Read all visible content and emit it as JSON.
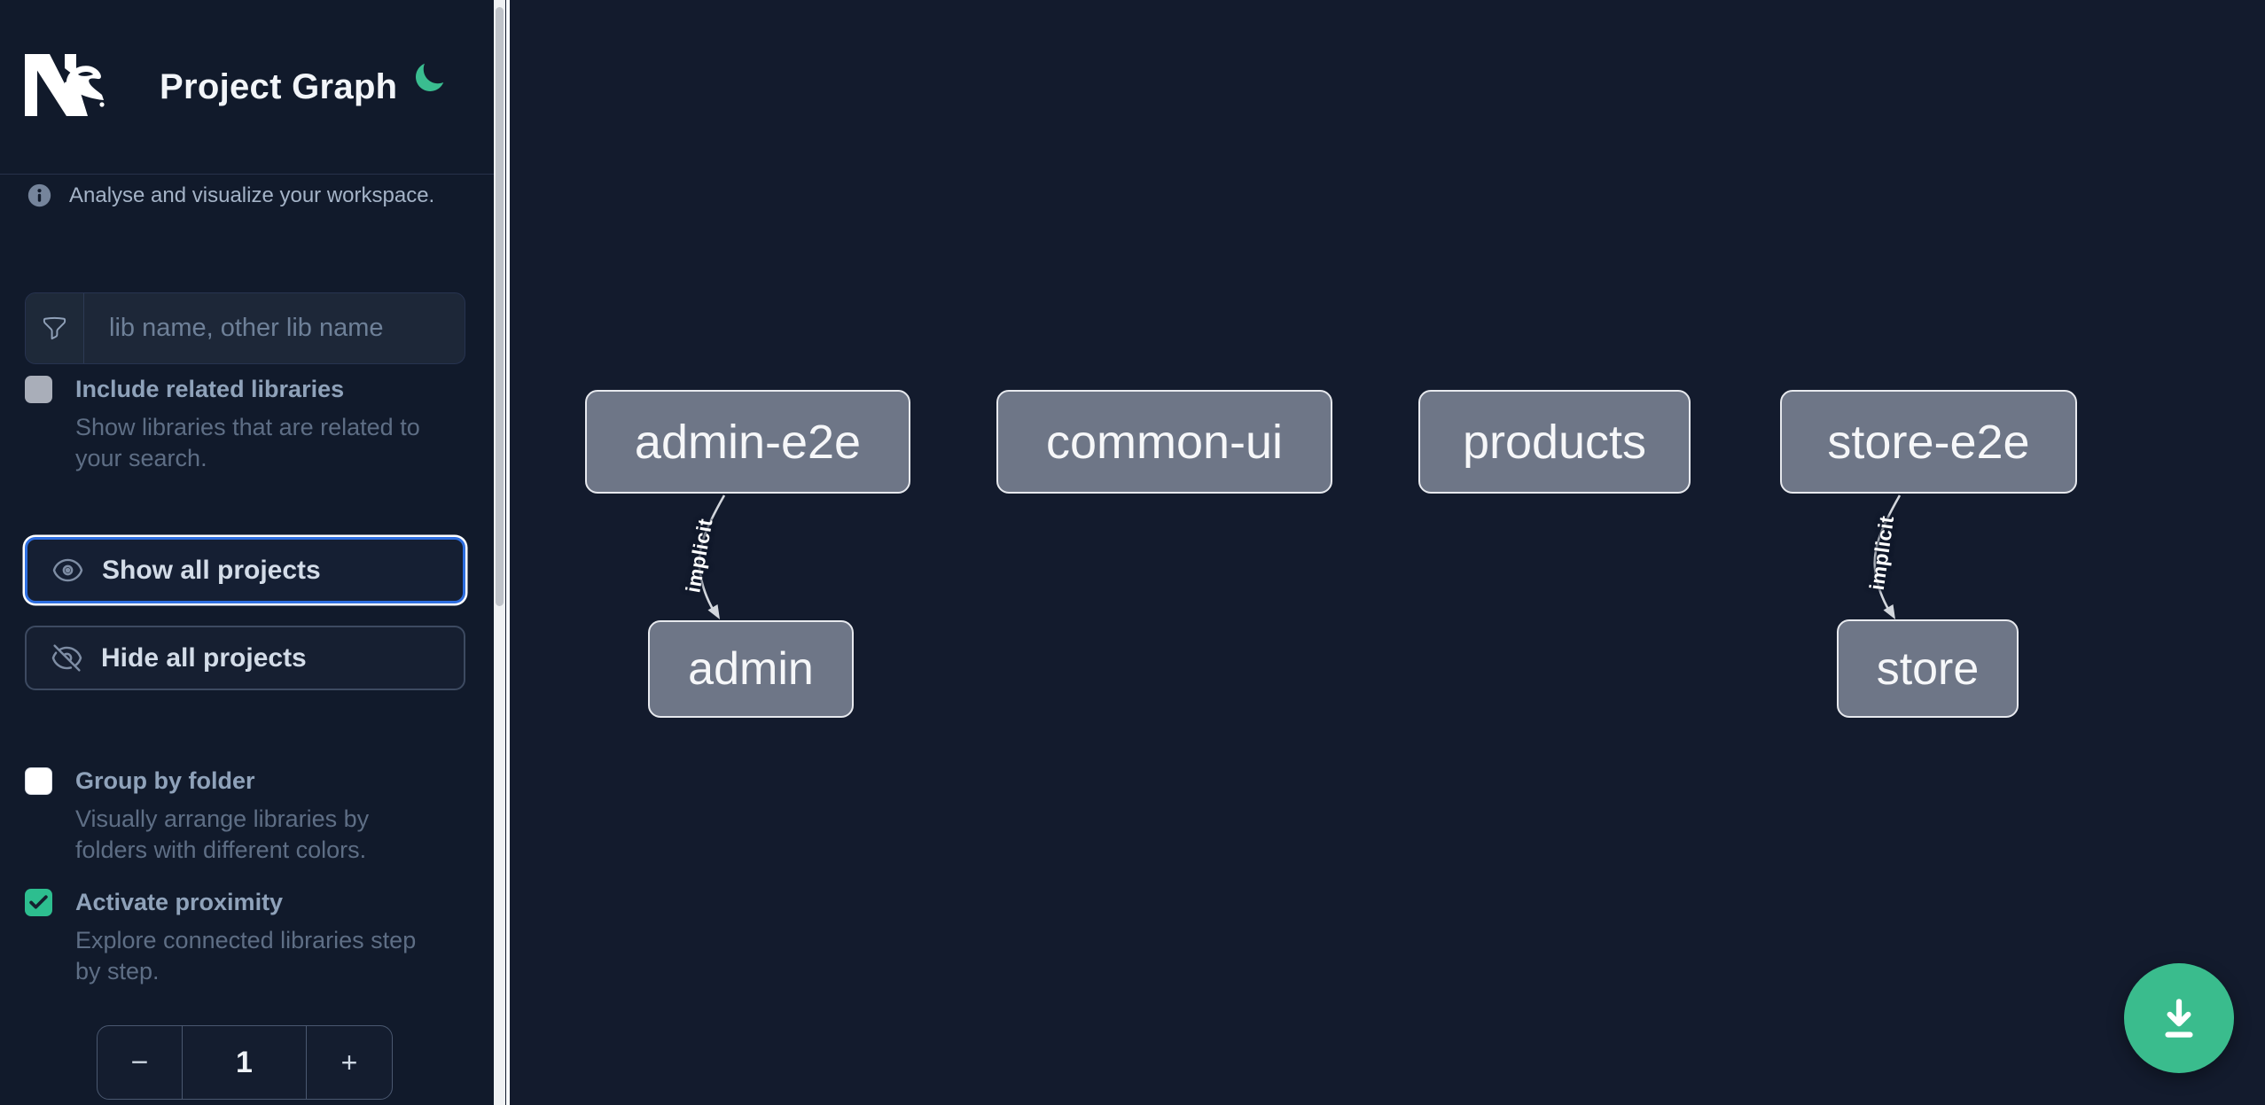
{
  "app": {
    "title": "Project Graph",
    "logo": "nx-logo",
    "theme_toggle_icon": "moon-icon"
  },
  "sidebar": {
    "tagline": "Analyse and visualize your workspace.",
    "search": {
      "placeholder": "lib name, other lib name",
      "icon": "funnel-icon"
    },
    "actions": {
      "show_all_label": "Show all projects",
      "hide_all_label": "Hide all projects"
    },
    "toggles": [
      {
        "label": "Include related libraries",
        "description": "Show libraries that are related to\nyour search.",
        "checked": false,
        "disabled": true
      },
      {
        "label": "Group by folder",
        "description": "Visually arrange libraries by\nfolders with different colors.",
        "checked": false,
        "disabled": false
      },
      {
        "label": "Activate proximity",
        "description": "Explore connected libraries step\nby step.",
        "checked": true,
        "disabled": false
      }
    ],
    "proximity_stepper": {
      "decrement_label": "−",
      "value": "1",
      "increment_label": "+"
    }
  },
  "graph": {
    "nodes": [
      {
        "label": "admin-e2e"
      },
      {
        "label": "common-ui"
      },
      {
        "label": "products"
      },
      {
        "label": "store-e2e"
      },
      {
        "label": "admin"
      },
      {
        "label": "store"
      }
    ],
    "edges": [
      {
        "source": "admin-e2e",
        "target": "admin",
        "label": "implicit"
      },
      {
        "source": "store-e2e",
        "target": "store",
        "label": "implicit"
      }
    ],
    "fab_icon": "download-icon"
  },
  "colors": {
    "canvas_bg": "#131b2d",
    "sidebar_bg": "#111a2b",
    "accent_blue": "#2e6ee0",
    "accent_green": "#2dbe8f",
    "fab_green": "#3abc8d",
    "node_fill": "#6e7687",
    "node_border": "#e7e9ee",
    "edge_stroke": "#d3d7dd",
    "text_primary": "#f2f5f9",
    "text_muted": "#5e6e85"
  }
}
